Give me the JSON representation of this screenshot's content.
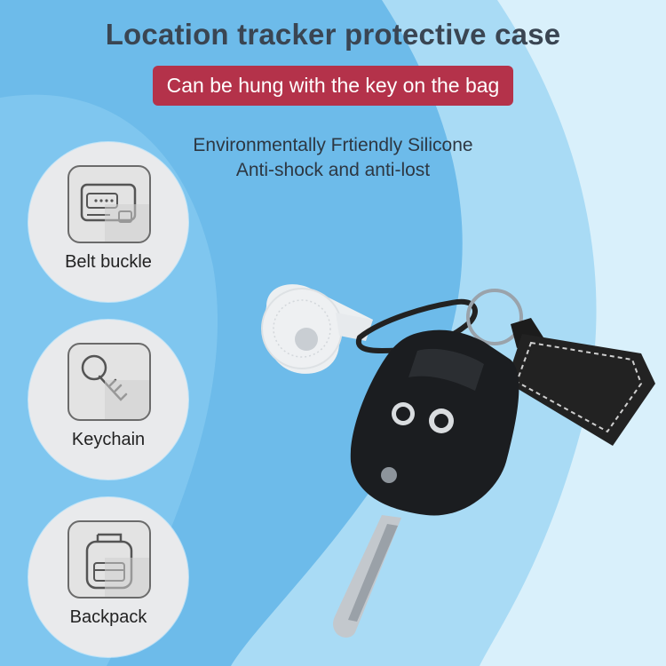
{
  "title": "Location tracker protective case",
  "banner": "Can be hung with the key on the bag",
  "features": [
    "Environmentally Frtiendly Silicone",
    "Anti-shock and anti-lost"
  ],
  "uses": [
    {
      "label": "Belt buckle",
      "icon": "belt-buckle-icon"
    },
    {
      "label": "Keychain",
      "icon": "keychain-icon"
    },
    {
      "label": "Backpack",
      "icon": "backpack-icon"
    }
  ],
  "colors": {
    "background_blue": "#7cc4ee",
    "background_light": "#d7eefa",
    "banner": "#b4324a",
    "title_text": "#3a4552",
    "circle": "#e9eaec"
  }
}
